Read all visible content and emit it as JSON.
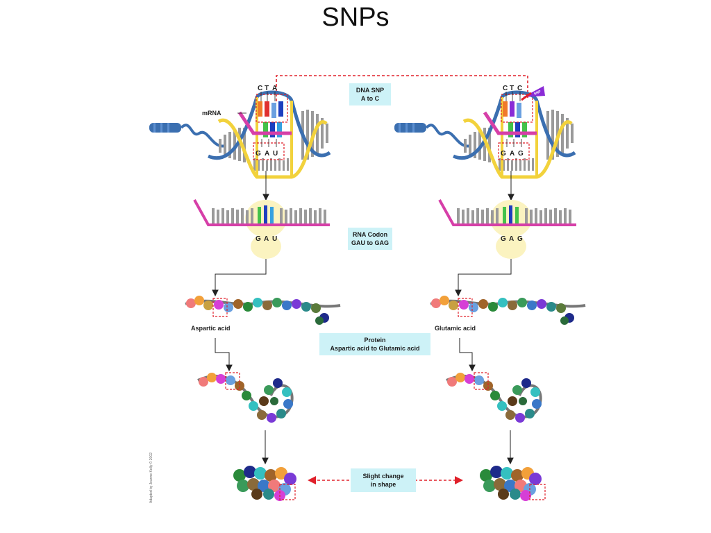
{
  "title": "SNPs",
  "labels": {
    "mrna": "mRNA",
    "dna_codon_left": [
      "C",
      "T",
      "A"
    ],
    "dna_codon_right": [
      "C",
      "T",
      "C"
    ],
    "rna_codon_left": [
      "G",
      "A",
      "U"
    ],
    "rna_codon_right": [
      "G",
      "A",
      "G"
    ],
    "amino_left": "Aspartic acid",
    "amino_right": "Glutamic acid",
    "snp_tag": "SNP"
  },
  "boxes": {
    "dna_snp": [
      "DNA SNP",
      "A to C"
    ],
    "rna_codon": [
      "RNA Codon",
      "GAU to GAG"
    ],
    "protein": [
      "Protein",
      "Aspartic acid to Glutamic acid"
    ],
    "shape": [
      "Slight change",
      "in shape"
    ]
  },
  "credit": "Adapted by Jeanne Kelly © 2002",
  "colors": {
    "box_fill": "#cdf2f7",
    "dashed_red": "#e0202a",
    "helix_yellow": "#f2d23c",
    "helix_blue": "#3b6fb0",
    "mrna_magenta": "#d63fa8",
    "ribosome": "#fbf3c0",
    "arrow_red": "#e0202a",
    "snp_purple": "#8a2bd6"
  }
}
